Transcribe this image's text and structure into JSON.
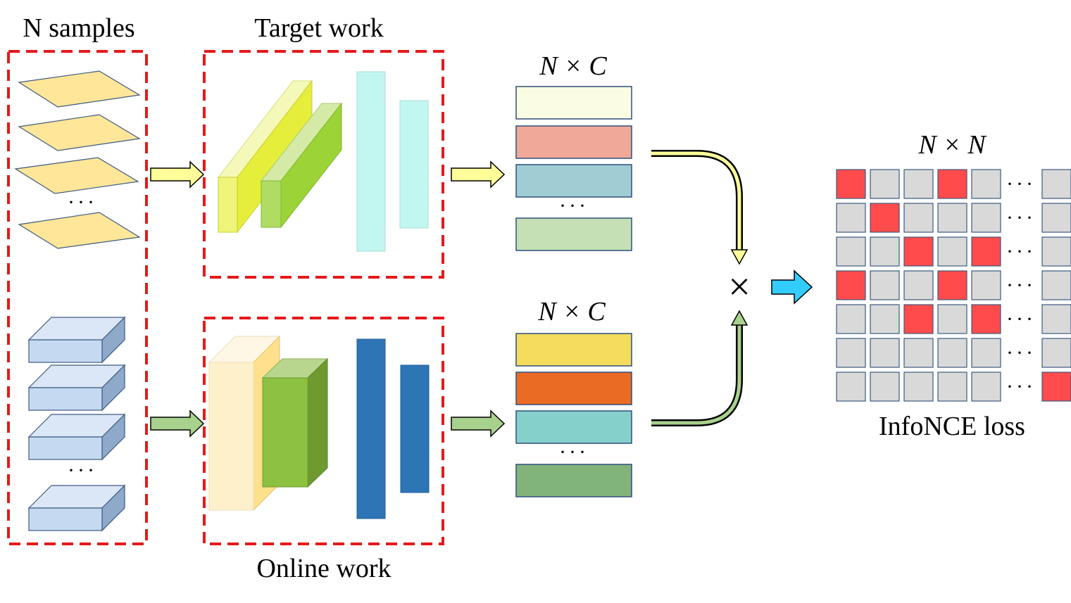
{
  "labels": {
    "samples": "N samples",
    "target": "Target work",
    "online": "Online work",
    "feat_dim_top": "N × C",
    "feat_dim_bottom": "N × C",
    "matrix_dim": "N × N",
    "loss": "InfoNCE loss",
    "multiply": "×",
    "ellipsis": "···"
  },
  "colors": {
    "dashed_border": "#e41a1c",
    "plane_fill": "#ffe699",
    "box_front": "#c5d9f1",
    "box_top": "#dbe7f7",
    "box_side": "#8ea9c9",
    "target_arrow": "#ffff99",
    "online_arrow": "#a9d18e",
    "result_arrow": "#33ccff",
    "matrix_positive": "#ff4b4b",
    "matrix_negative": "#d9d9d9"
  },
  "target_features": [
    "#fafde3",
    "#f0a898",
    "#a0ccd4",
    "#c5e0b4"
  ],
  "online_features": [
    "#f4dc5c",
    "#ea6b24",
    "#86d0cc",
    "#80b47a"
  ],
  "matrix": [
    [
      1,
      0,
      0,
      1,
      0,
      null,
      0
    ],
    [
      0,
      1,
      0,
      0,
      0,
      null,
      0
    ],
    [
      0,
      0,
      1,
      0,
      1,
      null,
      0
    ],
    [
      1,
      0,
      0,
      1,
      0,
      null,
      0
    ],
    [
      0,
      0,
      1,
      0,
      1,
      null,
      0
    ],
    [
      0,
      0,
      0,
      0,
      0,
      null,
      0
    ],
    [
      0,
      0,
      0,
      0,
      0,
      null,
      1
    ]
  ]
}
